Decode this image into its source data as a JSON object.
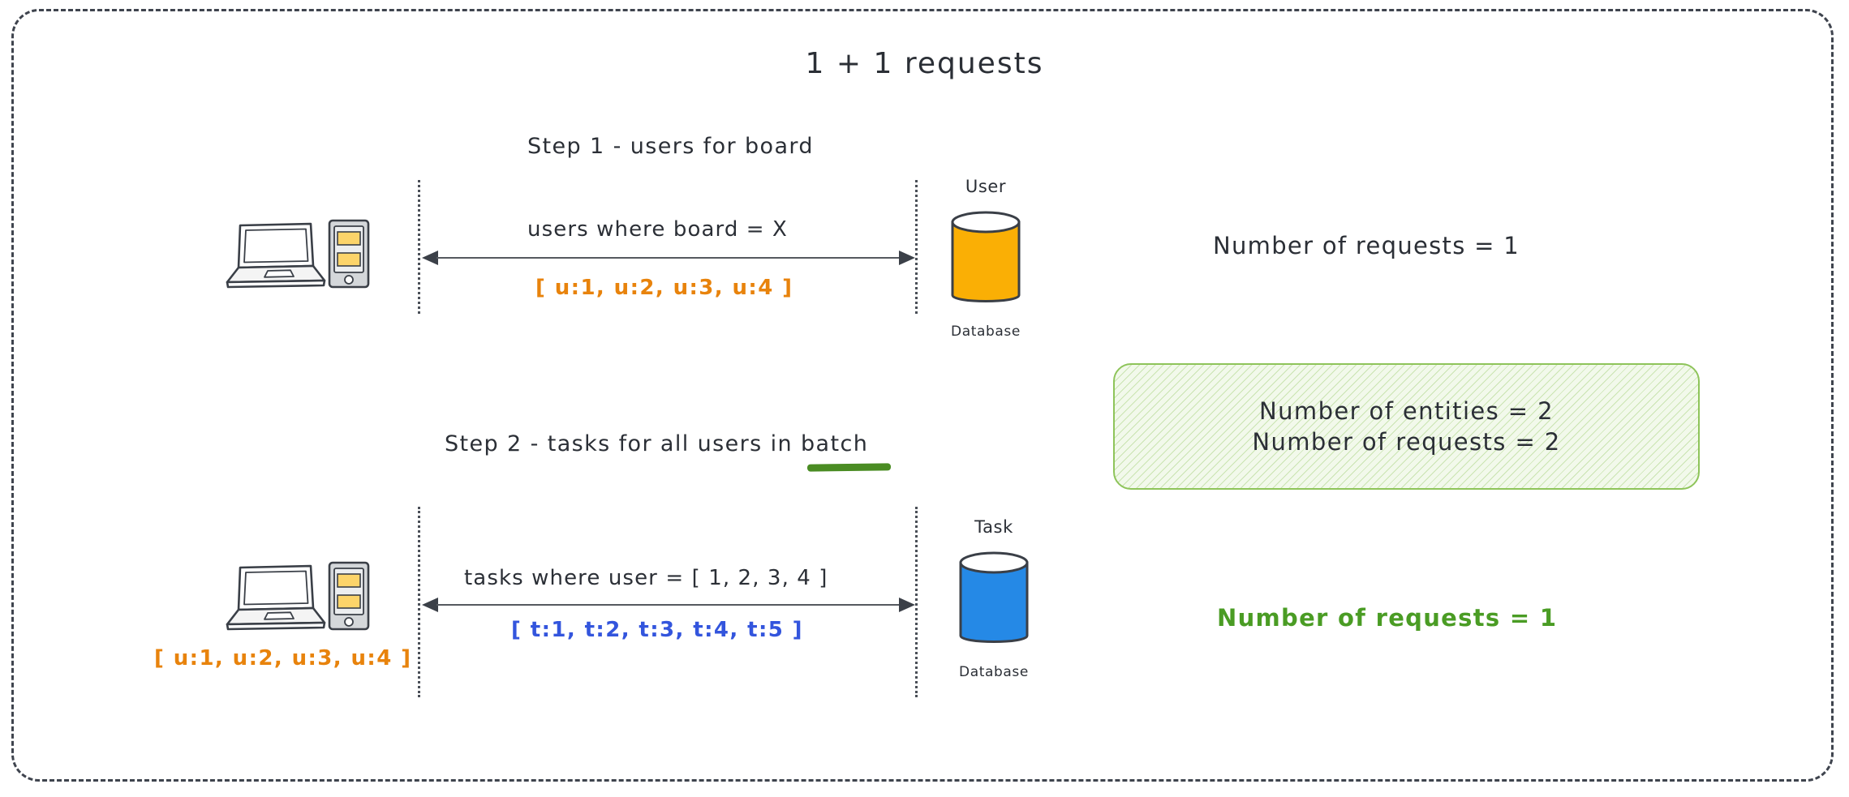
{
  "diagram": {
    "title": "1 + 1 requests",
    "frame": "dashed-rounded-border"
  },
  "steps": [
    {
      "id": "step-1",
      "caption": "Step 1 - users for board",
      "request_label": "users where board = X",
      "response_label": "[ u:1, u:2, u:3, u:4 ]",
      "response_color": "#e8830c",
      "database": {
        "name": "User",
        "sublabel": "Database",
        "color": "#FAAF05"
      },
      "annotation": "Number of requests = 1",
      "annotation_color": "#2b2f36"
    },
    {
      "id": "step-2",
      "caption": "Step 2 - tasks for all users in batch",
      "caption_underlined_word": "batch",
      "underline_color": "#4a8c23",
      "request_label": "tasks where user = [ 1, 2, 3, 4 ]",
      "response_label": "[ t:1, t:2, t:3, t:4, t:5 ]",
      "response_color": "#3355dd",
      "client_payload": "[ u:1, u:2, u:3, u:4 ]",
      "client_payload_color": "#e8830c",
      "database": {
        "name": "Task",
        "sublabel": "Database",
        "color": "#2589E6"
      },
      "annotation": "Number of requests = 1",
      "annotation_color": "#4a9c24"
    }
  ],
  "summary": {
    "line1": "Number of entities = 2",
    "line2": "Number of requests = 2",
    "border_color": "#8ec45a",
    "fill_color": "#f2f9eb"
  },
  "icons": {
    "laptop": "laptop-icon",
    "phone": "mobile-phone-icon",
    "database": "database-cylinder-icon"
  }
}
